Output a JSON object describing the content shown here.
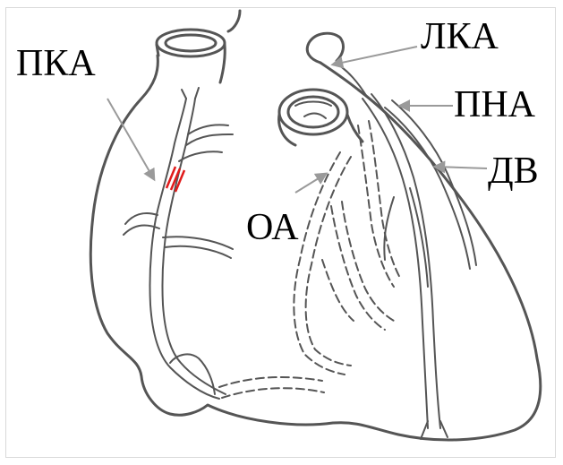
{
  "labels": {
    "pka": "ПКА",
    "lka": "ЛКА",
    "pna": "ПНА",
    "dv": "ДВ",
    "oa": "ОА"
  },
  "colors": {
    "stenosis": "#e01b1b",
    "outline": "#555555",
    "arrow": "#9a9a9a"
  }
}
